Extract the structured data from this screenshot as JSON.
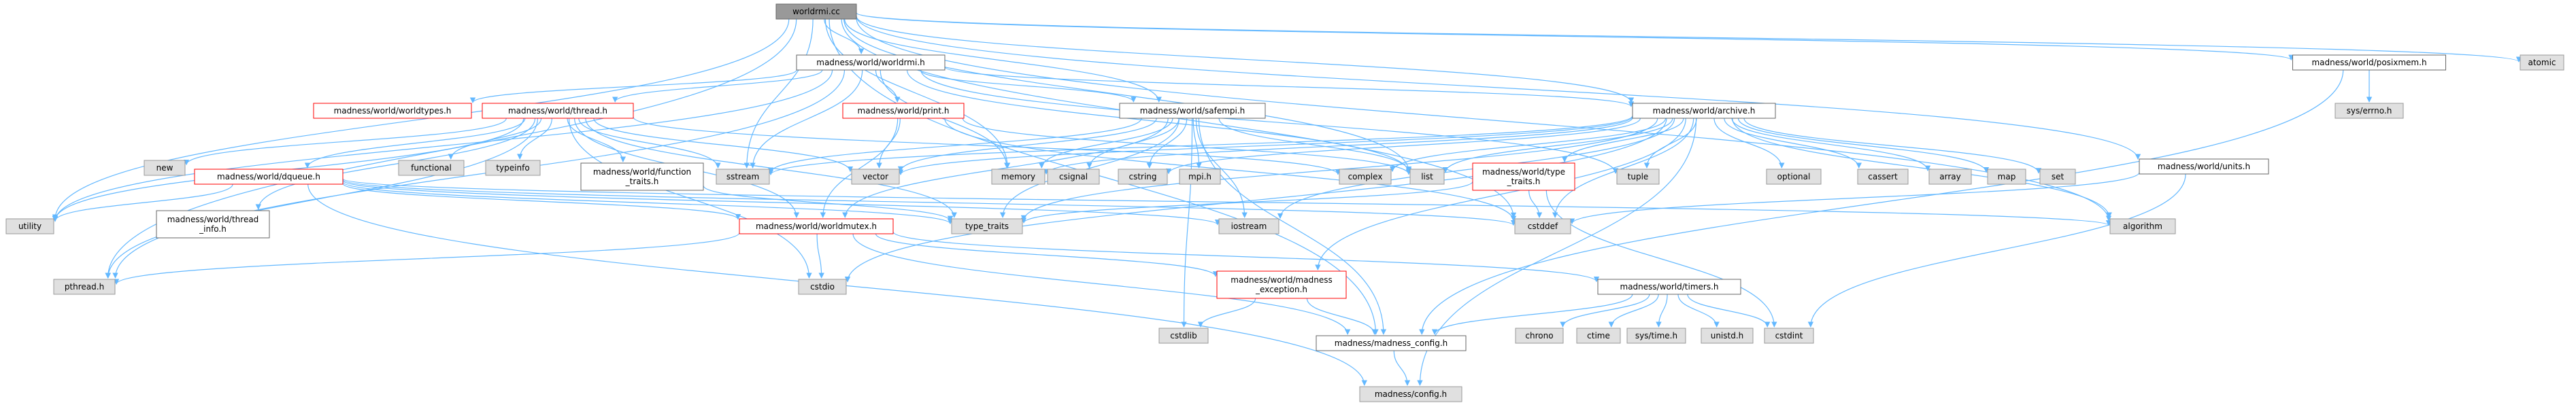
{
  "title": "worldrmi.cc",
  "colors": {
    "edge": "#63b8ff",
    "node_border": "#666666",
    "node_fill": "#ffffff",
    "external_fill": "#e0e0e0",
    "external_border": "#999999",
    "root_fill": "#999999",
    "root_border": "#666666",
    "incomplete_border": "#ff0000",
    "text": "#000000"
  },
  "nodes": [
    {
      "id": "worldrmi_cc",
      "label": "worldrmi.cc",
      "kind": "root"
    },
    {
      "id": "worldrmi_h",
      "label": "madness/world/worldrmi.h",
      "kind": "normal"
    },
    {
      "id": "posixmem_h",
      "label": "madness/world/posixmem.h",
      "kind": "normal"
    },
    {
      "id": "atomic",
      "label": "atomic",
      "kind": "external"
    },
    {
      "id": "worldtypes_h",
      "label": "madness/world/worldtypes.h",
      "kind": "incomplete"
    },
    {
      "id": "thread_h",
      "label": "madness/world/thread.h",
      "kind": "incomplete"
    },
    {
      "id": "print_h",
      "label": "madness/world/print.h",
      "kind": "incomplete"
    },
    {
      "id": "safempi_h",
      "label": "madness/world/safempi.h",
      "kind": "normal"
    },
    {
      "id": "archive_h",
      "label": "madness/world/archive.h",
      "kind": "normal"
    },
    {
      "id": "syserrno",
      "label": "sys/errno.h",
      "kind": "external"
    },
    {
      "id": "new",
      "label": "new",
      "kind": "external"
    },
    {
      "id": "functional",
      "label": "functional",
      "kind": "external"
    },
    {
      "id": "typeinfo",
      "label": "typeinfo",
      "kind": "external"
    },
    {
      "id": "function_traits_h",
      "label": "madness/world/function\n_traits.h",
      "kind": "normal"
    },
    {
      "id": "sstream",
      "label": "sstream",
      "kind": "external"
    },
    {
      "id": "vector",
      "label": "vector",
      "kind": "external"
    },
    {
      "id": "memory",
      "label": "memory",
      "kind": "external"
    },
    {
      "id": "csignal",
      "label": "csignal",
      "kind": "external"
    },
    {
      "id": "cstring",
      "label": "cstring",
      "kind": "external"
    },
    {
      "id": "mpi_h",
      "label": "mpi.h",
      "kind": "external"
    },
    {
      "id": "complex",
      "label": "complex",
      "kind": "external"
    },
    {
      "id": "list",
      "label": "list",
      "kind": "external"
    },
    {
      "id": "type_traits_h",
      "label": "madness/world/type\n_traits.h",
      "kind": "incomplete"
    },
    {
      "id": "tuple",
      "label": "tuple",
      "kind": "external"
    },
    {
      "id": "optional",
      "label": "optional",
      "kind": "external"
    },
    {
      "id": "cassert",
      "label": "cassert",
      "kind": "external"
    },
    {
      "id": "array",
      "label": "array",
      "kind": "external"
    },
    {
      "id": "map",
      "label": "map",
      "kind": "external"
    },
    {
      "id": "set",
      "label": "set",
      "kind": "external"
    },
    {
      "id": "units_h",
      "label": "madness/world/units.h",
      "kind": "normal"
    },
    {
      "id": "dqueue_h",
      "label": "madness/world/dqueue.h",
      "kind": "incomplete"
    },
    {
      "id": "utility",
      "label": "utility",
      "kind": "external"
    },
    {
      "id": "thread_info_h",
      "label": "madness/world/thread\n_info.h",
      "kind": "normal"
    },
    {
      "id": "worldmutex_h",
      "label": "madness/world/worldmutex.h",
      "kind": "incomplete"
    },
    {
      "id": "type_traits",
      "label": "type_traits",
      "kind": "external"
    },
    {
      "id": "iostream",
      "label": "iostream",
      "kind": "external"
    },
    {
      "id": "cstddef",
      "label": "cstddef",
      "kind": "external"
    },
    {
      "id": "algorithm",
      "label": "algorithm",
      "kind": "external"
    },
    {
      "id": "pthread_h",
      "label": "pthread.h",
      "kind": "external"
    },
    {
      "id": "cstdio",
      "label": "cstdio",
      "kind": "external"
    },
    {
      "id": "madness_exception_h",
      "label": "madness/world/madness\n_exception.h",
      "kind": "incomplete"
    },
    {
      "id": "timers_h",
      "label": "madness/world/timers.h",
      "kind": "normal"
    },
    {
      "id": "cstdlib",
      "label": "cstdlib",
      "kind": "external"
    },
    {
      "id": "madness_config_h",
      "label": "madness/madness_config.h",
      "kind": "normal"
    },
    {
      "id": "chrono",
      "label": "chrono",
      "kind": "external"
    },
    {
      "id": "ctime",
      "label": "ctime",
      "kind": "external"
    },
    {
      "id": "systime",
      "label": "sys/time.h",
      "kind": "external"
    },
    {
      "id": "unistd",
      "label": "unistd.h",
      "kind": "external"
    },
    {
      "id": "cstdint",
      "label": "cstdint",
      "kind": "external"
    },
    {
      "id": "config_h",
      "label": "madness/config.h",
      "kind": "external"
    }
  ],
  "edges": [
    [
      "worldrmi_cc",
      "worldrmi_h"
    ],
    [
      "worldrmi_cc",
      "posixmem_h"
    ],
    [
      "worldrmi_cc",
      "atomic"
    ],
    [
      "worldrmi_cc",
      "archive_h"
    ],
    [
      "worldrmi_cc",
      "safempi_h"
    ],
    [
      "worldrmi_cc",
      "units_h"
    ],
    [
      "worldrmi_cc",
      "list"
    ],
    [
      "worldrmi_cc",
      "memory"
    ],
    [
      "worldrmi_cc",
      "utility"
    ],
    [
      "worldrmi_cc",
      "pthread_h"
    ],
    [
      "worldrmi_cc",
      "algorithm"
    ],
    [
      "worldrmi_cc",
      "madness_config_h"
    ],
    [
      "worldrmi_cc",
      "cstddef"
    ],
    [
      "worldrmi_cc",
      "sstream"
    ],
    [
      "worldrmi_h",
      "worldtypes_h"
    ],
    [
      "worldrmi_h",
      "thread_h"
    ],
    [
      "worldrmi_h",
      "print_h"
    ],
    [
      "worldrmi_h",
      "safempi_h"
    ],
    [
      "worldrmi_h",
      "archive_h"
    ],
    [
      "worldrmi_h",
      "memory"
    ],
    [
      "worldrmi_h",
      "list"
    ],
    [
      "worldrmi_h",
      "tuple"
    ],
    [
      "worldrmi_h",
      "sstream"
    ],
    [
      "worldrmi_h",
      "utility"
    ],
    [
      "worldrmi_h",
      "pthread_h"
    ],
    [
      "posixmem_h",
      "syserrno"
    ],
    [
      "posixmem_h",
      "madness_config_h"
    ],
    [
      "thread_h",
      "new"
    ],
    [
      "thread_h",
      "functional"
    ],
    [
      "thread_h",
      "typeinfo"
    ],
    [
      "thread_h",
      "function_traits_h"
    ],
    [
      "thread_h",
      "sstream"
    ],
    [
      "thread_h",
      "vector"
    ],
    [
      "thread_h",
      "dqueue_h"
    ],
    [
      "thread_h",
      "thread_info_h"
    ],
    [
      "thread_h",
      "worldmutex_h"
    ],
    [
      "thread_h",
      "type_traits"
    ],
    [
      "thread_h",
      "utility"
    ],
    [
      "thread_h",
      "pthread_h"
    ],
    [
      "thread_h",
      "cstdio"
    ],
    [
      "thread_h",
      "complex"
    ],
    [
      "print_h",
      "vector"
    ],
    [
      "print_h",
      "worldmutex_h"
    ],
    [
      "print_h",
      "list"
    ],
    [
      "print_h",
      "cstddef"
    ],
    [
      "safempi_h",
      "madness_config_h"
    ],
    [
      "safempi_h",
      "csignal"
    ],
    [
      "safempi_h",
      "cstring"
    ],
    [
      "safempi_h",
      "mpi_h"
    ],
    [
      "safempi_h",
      "memory"
    ],
    [
      "safempi_h",
      "sstream"
    ],
    [
      "safempi_h",
      "worldmutex_h"
    ],
    [
      "safempi_h",
      "type_traits"
    ],
    [
      "safempi_h",
      "iostream"
    ],
    [
      "safempi_h",
      "list"
    ],
    [
      "safempi_h",
      "vector"
    ],
    [
      "safempi_h",
      "cstdlib"
    ],
    [
      "archive_h",
      "type_traits"
    ],
    [
      "archive_h",
      "complex"
    ],
    [
      "archive_h",
      "iostream"
    ],
    [
      "archive_h",
      "list"
    ],
    [
      "archive_h",
      "type_traits_h"
    ],
    [
      "archive_h",
      "tuple"
    ],
    [
      "archive_h",
      "optional"
    ],
    [
      "archive_h",
      "cassert"
    ],
    [
      "archive_h",
      "array"
    ],
    [
      "archive_h",
      "map"
    ],
    [
      "archive_h",
      "set"
    ],
    [
      "archive_h",
      "algorithm"
    ],
    [
      "archive_h",
      "cstddef"
    ],
    [
      "archive_h",
      "cstdio"
    ],
    [
      "archive_h",
      "madness_exception_h"
    ],
    [
      "archive_h",
      "config_h"
    ],
    [
      "archive_h",
      "vector"
    ],
    [
      "archive_h",
      "memory"
    ],
    [
      "archive_h",
      "cstring"
    ],
    [
      "archive_h",
      "sstream"
    ],
    [
      "type_traits_h",
      "type_traits"
    ],
    [
      "type_traits_h",
      "cstddef"
    ],
    [
      "type_traits_h",
      "cstdint"
    ],
    [
      "units_h",
      "cstdint"
    ],
    [
      "units_h",
      "cstddef"
    ],
    [
      "dqueue_h",
      "utility"
    ],
    [
      "dqueue_h",
      "worldmutex_h"
    ],
    [
      "dqueue_h",
      "type_traits"
    ],
    [
      "dqueue_h",
      "iostream"
    ],
    [
      "dqueue_h",
      "cstddef"
    ],
    [
      "dqueue_h",
      "algorithm"
    ],
    [
      "dqueue_h",
      "config_h"
    ],
    [
      "function_traits_h",
      "type_traits"
    ],
    [
      "worldmutex_h",
      "pthread_h"
    ],
    [
      "worldmutex_h",
      "cstdio"
    ],
    [
      "worldmutex_h",
      "madness_exception_h"
    ],
    [
      "worldmutex_h",
      "timers_h"
    ],
    [
      "worldmutex_h",
      "madness_config_h"
    ],
    [
      "madness_exception_h",
      "cstdlib"
    ],
    [
      "madness_exception_h",
      "madness_config_h"
    ],
    [
      "timers_h",
      "chrono"
    ],
    [
      "timers_h",
      "ctime"
    ],
    [
      "timers_h",
      "systime"
    ],
    [
      "timers_h",
      "unistd"
    ],
    [
      "timers_h",
      "cstdint"
    ],
    [
      "timers_h",
      "madness_config_h"
    ],
    [
      "madness_config_h",
      "config_h"
    ]
  ]
}
